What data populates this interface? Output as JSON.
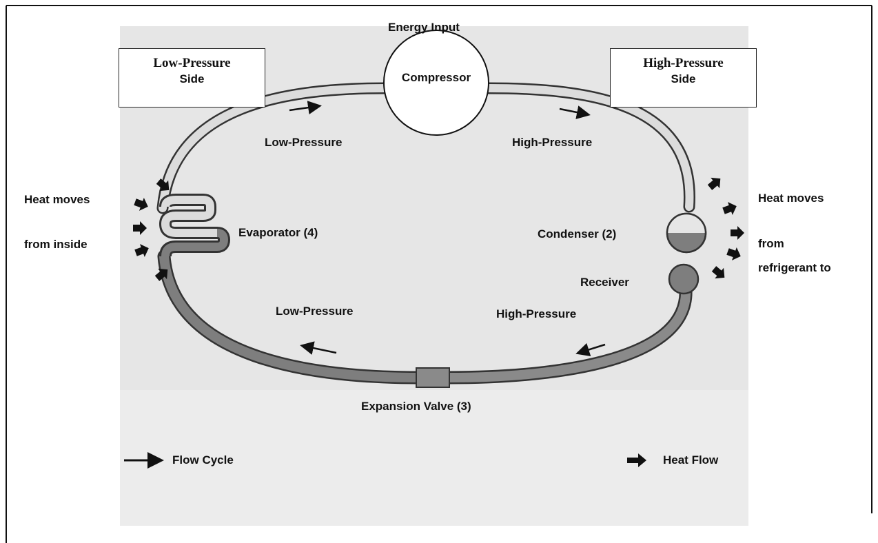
{
  "diagram": {
    "energy_input": "Energy Input",
    "compressor": "Compressor",
    "low_side_box": {
      "line1": "Low-Pressure",
      "line2": "Side"
    },
    "high_side_box": {
      "line1": "High-Pressure",
      "line2": "Side"
    },
    "top_left_pressure": "Low-Pressure",
    "top_right_pressure": "High-Pressure",
    "bottom_left_pressure": "Low-Pressure",
    "bottom_right_pressure": "High-Pressure",
    "evaporator": "Evaporator (4)",
    "condenser": "Condenser (2)",
    "receiver": "Receiver",
    "expansion_valve": "Expansion Valve (3)",
    "left_heat_line1": "Heat moves",
    "left_heat_line2": "from inside",
    "right_heat_line1": "Heat moves",
    "right_heat_line2": "from",
    "right_heat_line3": "refrigerant to",
    "legend_flow": "Flow Cycle",
    "legend_heat": "Heat Flow"
  },
  "colors": {
    "background_panel": "#ececec",
    "pipe_light": "#dcdcdc",
    "pipe_dark": "#7e7e7e",
    "outline": "#333333",
    "arrow": "#111111"
  }
}
